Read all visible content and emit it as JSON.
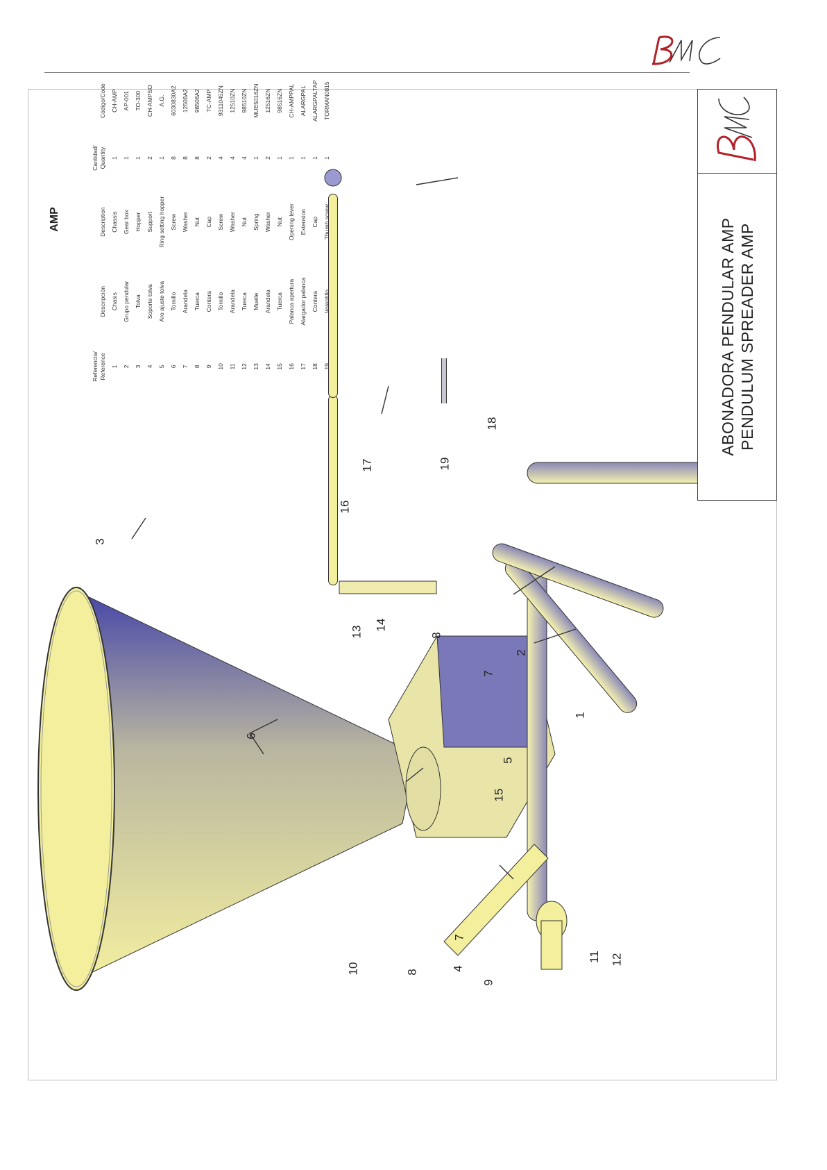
{
  "brand": {
    "logo_text": "BMC"
  },
  "table": {
    "title": "AMP",
    "headers": {
      "reference": [
        "Referencia/",
        "Reference"
      ],
      "descripcion": "Descripción",
      "description": "Description",
      "quantity": [
        "Cantidad/",
        "Quantity"
      ],
      "code": "Código/Code"
    },
    "rows": [
      {
        "ref": "1",
        "es": "Chasis",
        "en": "Chassis",
        "qty": "1",
        "code": "CH-AMP"
      },
      {
        "ref": "2",
        "es": "Grupo pendular",
        "en": "Gear box",
        "qty": "1",
        "code": "AP-001"
      },
      {
        "ref": "3",
        "es": "Tolva",
        "en": "Hopper",
        "qty": "1",
        "code": "TO-300"
      },
      {
        "ref": "4",
        "es": "Soporte tolva",
        "en": "Support",
        "qty": "2",
        "code": "CH-AMPSO"
      },
      {
        "ref": "5",
        "es": "Aro ajuste tolva",
        "en": "Ring setting hopper",
        "qty": "1",
        "code": "A.G."
      },
      {
        "ref": "6",
        "es": "Tornillo",
        "en": "Screw",
        "qty": "8",
        "code": "6030830A2"
      },
      {
        "ref": "7",
        "es": "Arandela",
        "en": "Washer",
        "qty": "8",
        "code": "12508A2"
      },
      {
        "ref": "8",
        "es": "Tuerca",
        "en": "Nut",
        "qty": "8",
        "code": "98508A2"
      },
      {
        "ref": "9",
        "es": "Contera",
        "en": "Cap",
        "qty": "2",
        "code": "TC-AMP"
      },
      {
        "ref": "10",
        "es": "Tornillo",
        "en": "Screw",
        "qty": "4",
        "code": "9311045ZN"
      },
      {
        "ref": "11",
        "es": "Arandela",
        "en": "Washer",
        "qty": "4",
        "code": "12510ZN"
      },
      {
        "ref": "12",
        "es": "Tuerca",
        "en": "Nut",
        "qty": "4",
        "code": "98510ZN"
      },
      {
        "ref": "13",
        "es": "Muelle",
        "en": "Spring",
        "qty": "1",
        "code": "MUE5016ZN"
      },
      {
        "ref": "14",
        "es": "Arandela",
        "en": "Washer",
        "qty": "2",
        "code": "12516ZN"
      },
      {
        "ref": "15",
        "es": "Tuerca",
        "en": "Nut",
        "qty": "1",
        "code": "98516ZN"
      },
      {
        "ref": "16",
        "es": "Palanca apertura",
        "en": "Opening lever",
        "qty": "1",
        "code": "CH-AMPPAL"
      },
      {
        "ref": "17",
        "es": "Alargador palanca",
        "en": "Extension",
        "qty": "1",
        "code": "ALARGPAL"
      },
      {
        "ref": "18",
        "es": "Contera",
        "en": "Cap",
        "qty": "1",
        "code": "ALARGPALTAP"
      },
      {
        "ref": "19",
        "es": "Volantillo",
        "en": "Thumb screw",
        "qty": "1",
        "code": "TORMAN0815"
      }
    ]
  },
  "title_block": {
    "line1": "ABONADORA PENDULAR AMP",
    "line2": "PENDULUM SPREADER AMP"
  },
  "callouts": [
    "1",
    "2",
    "3",
    "4",
    "5",
    "6",
    "7",
    "7",
    "8",
    "8",
    "9",
    "10",
    "11",
    "12",
    "13",
    "14",
    "15",
    "16",
    "17",
    "18",
    "19"
  ],
  "colors": {
    "hopper_yellow": "#f3ef9c",
    "hopper_blue": "#4c4ca8",
    "accent_red": "#b22028"
  }
}
